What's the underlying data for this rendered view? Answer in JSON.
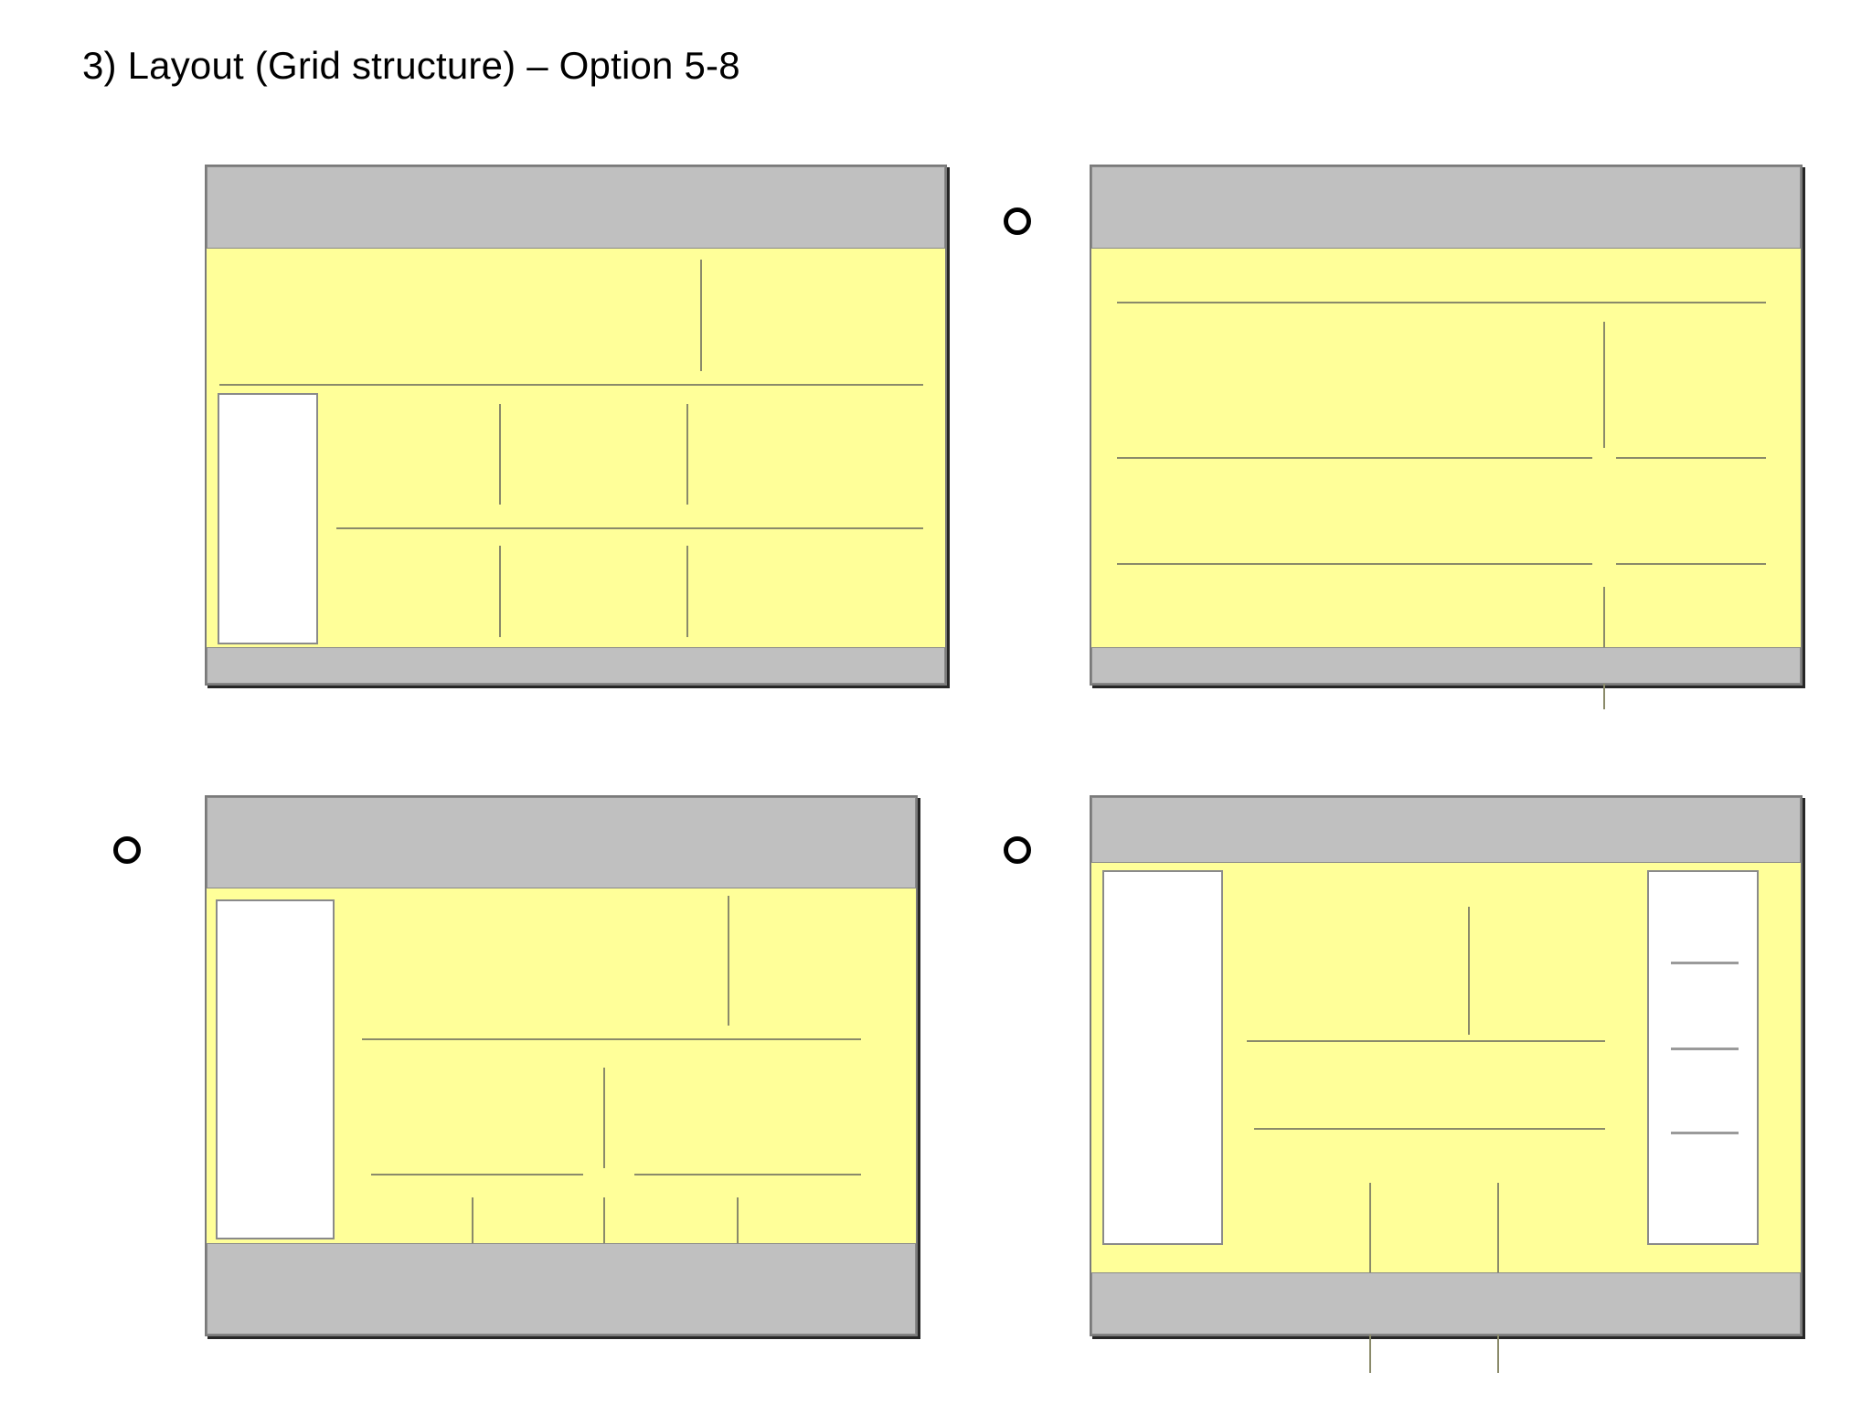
{
  "slide": {
    "title": "3) Layout (Grid structure) – Option 5-8"
  },
  "palette": {
    "header_gray": "#C0C0C0",
    "canvas_yellow": "#FFFF99",
    "panel_white": "#FFFFFF",
    "rule_gray": "#8A8A6A",
    "frame_border": "#7A7A7A",
    "marker_black": "#000000",
    "page_background": "#FFFFFF"
  },
  "options": [
    {
      "id": "option-5",
      "position": "top-left",
      "selected": true,
      "has_radio_marker": false,
      "header_band": true,
      "footer_band": true,
      "left_panel": true,
      "right_panel": false,
      "horizontal_rules": 2,
      "vertical_rules": 5
    },
    {
      "id": "option-6",
      "position": "top-right",
      "selected": false,
      "has_radio_marker": true,
      "header_band": true,
      "footer_band": true,
      "left_panel": false,
      "right_panel": false,
      "horizontal_rules": 5,
      "vertical_rules": 2
    },
    {
      "id": "option-7",
      "position": "bottom-left",
      "selected": false,
      "has_radio_marker": true,
      "header_band": true,
      "footer_band": true,
      "left_panel": true,
      "right_panel": false,
      "horizontal_rules": 3,
      "vertical_rules": 5
    },
    {
      "id": "option-8",
      "position": "bottom-right",
      "selected": false,
      "has_radio_marker": true,
      "header_band": true,
      "footer_band": true,
      "left_panel": true,
      "right_panel": true,
      "right_panel_rules": 3,
      "horizontal_rules": 2,
      "vertical_rules": 3
    }
  ]
}
